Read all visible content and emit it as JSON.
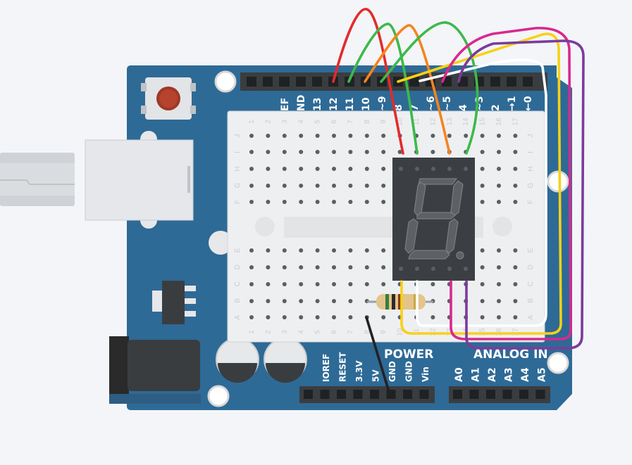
{
  "board": {
    "digital_header_labels": [
      "EF",
      "ND",
      "13",
      "12",
      "11",
      "10",
      "~9",
      "8",
      "7",
      "~6",
      "~5",
      "4",
      "~3",
      "2",
      "→1",
      "←0"
    ],
    "power_title": "POWER",
    "power_labels": [
      "IOREF",
      "RESET",
      "3.3V",
      "5V",
      "GND",
      "GND",
      "Vin"
    ],
    "analog_title": "ANALOG IN",
    "analog_labels": [
      "A0",
      "A1",
      "A2",
      "A3",
      "A4",
      "A5"
    ]
  },
  "breadboard": {
    "row_letters_top": [
      "J",
      "I",
      "H",
      "G",
      "F"
    ],
    "row_letters_bottom": [
      "E",
      "D",
      "C",
      "B",
      "A"
    ],
    "column_numbers": [
      "1",
      "2",
      "3",
      "4",
      "5",
      "6",
      "7",
      "8",
      "9",
      "10",
      "11",
      "12",
      "13",
      "14",
      "15",
      "16",
      "17"
    ]
  },
  "colors": {
    "board": "#2e6a96",
    "wire_red": "#e22b2b",
    "wire_green": "#3db94a",
    "wire_orange": "#f5841f",
    "wire_white": "#ffffff",
    "wire_yellow": "#f7d117",
    "wire_magenta": "#d9288f",
    "wire_purple": "#7b3b9b",
    "wire_black": "#222222"
  }
}
